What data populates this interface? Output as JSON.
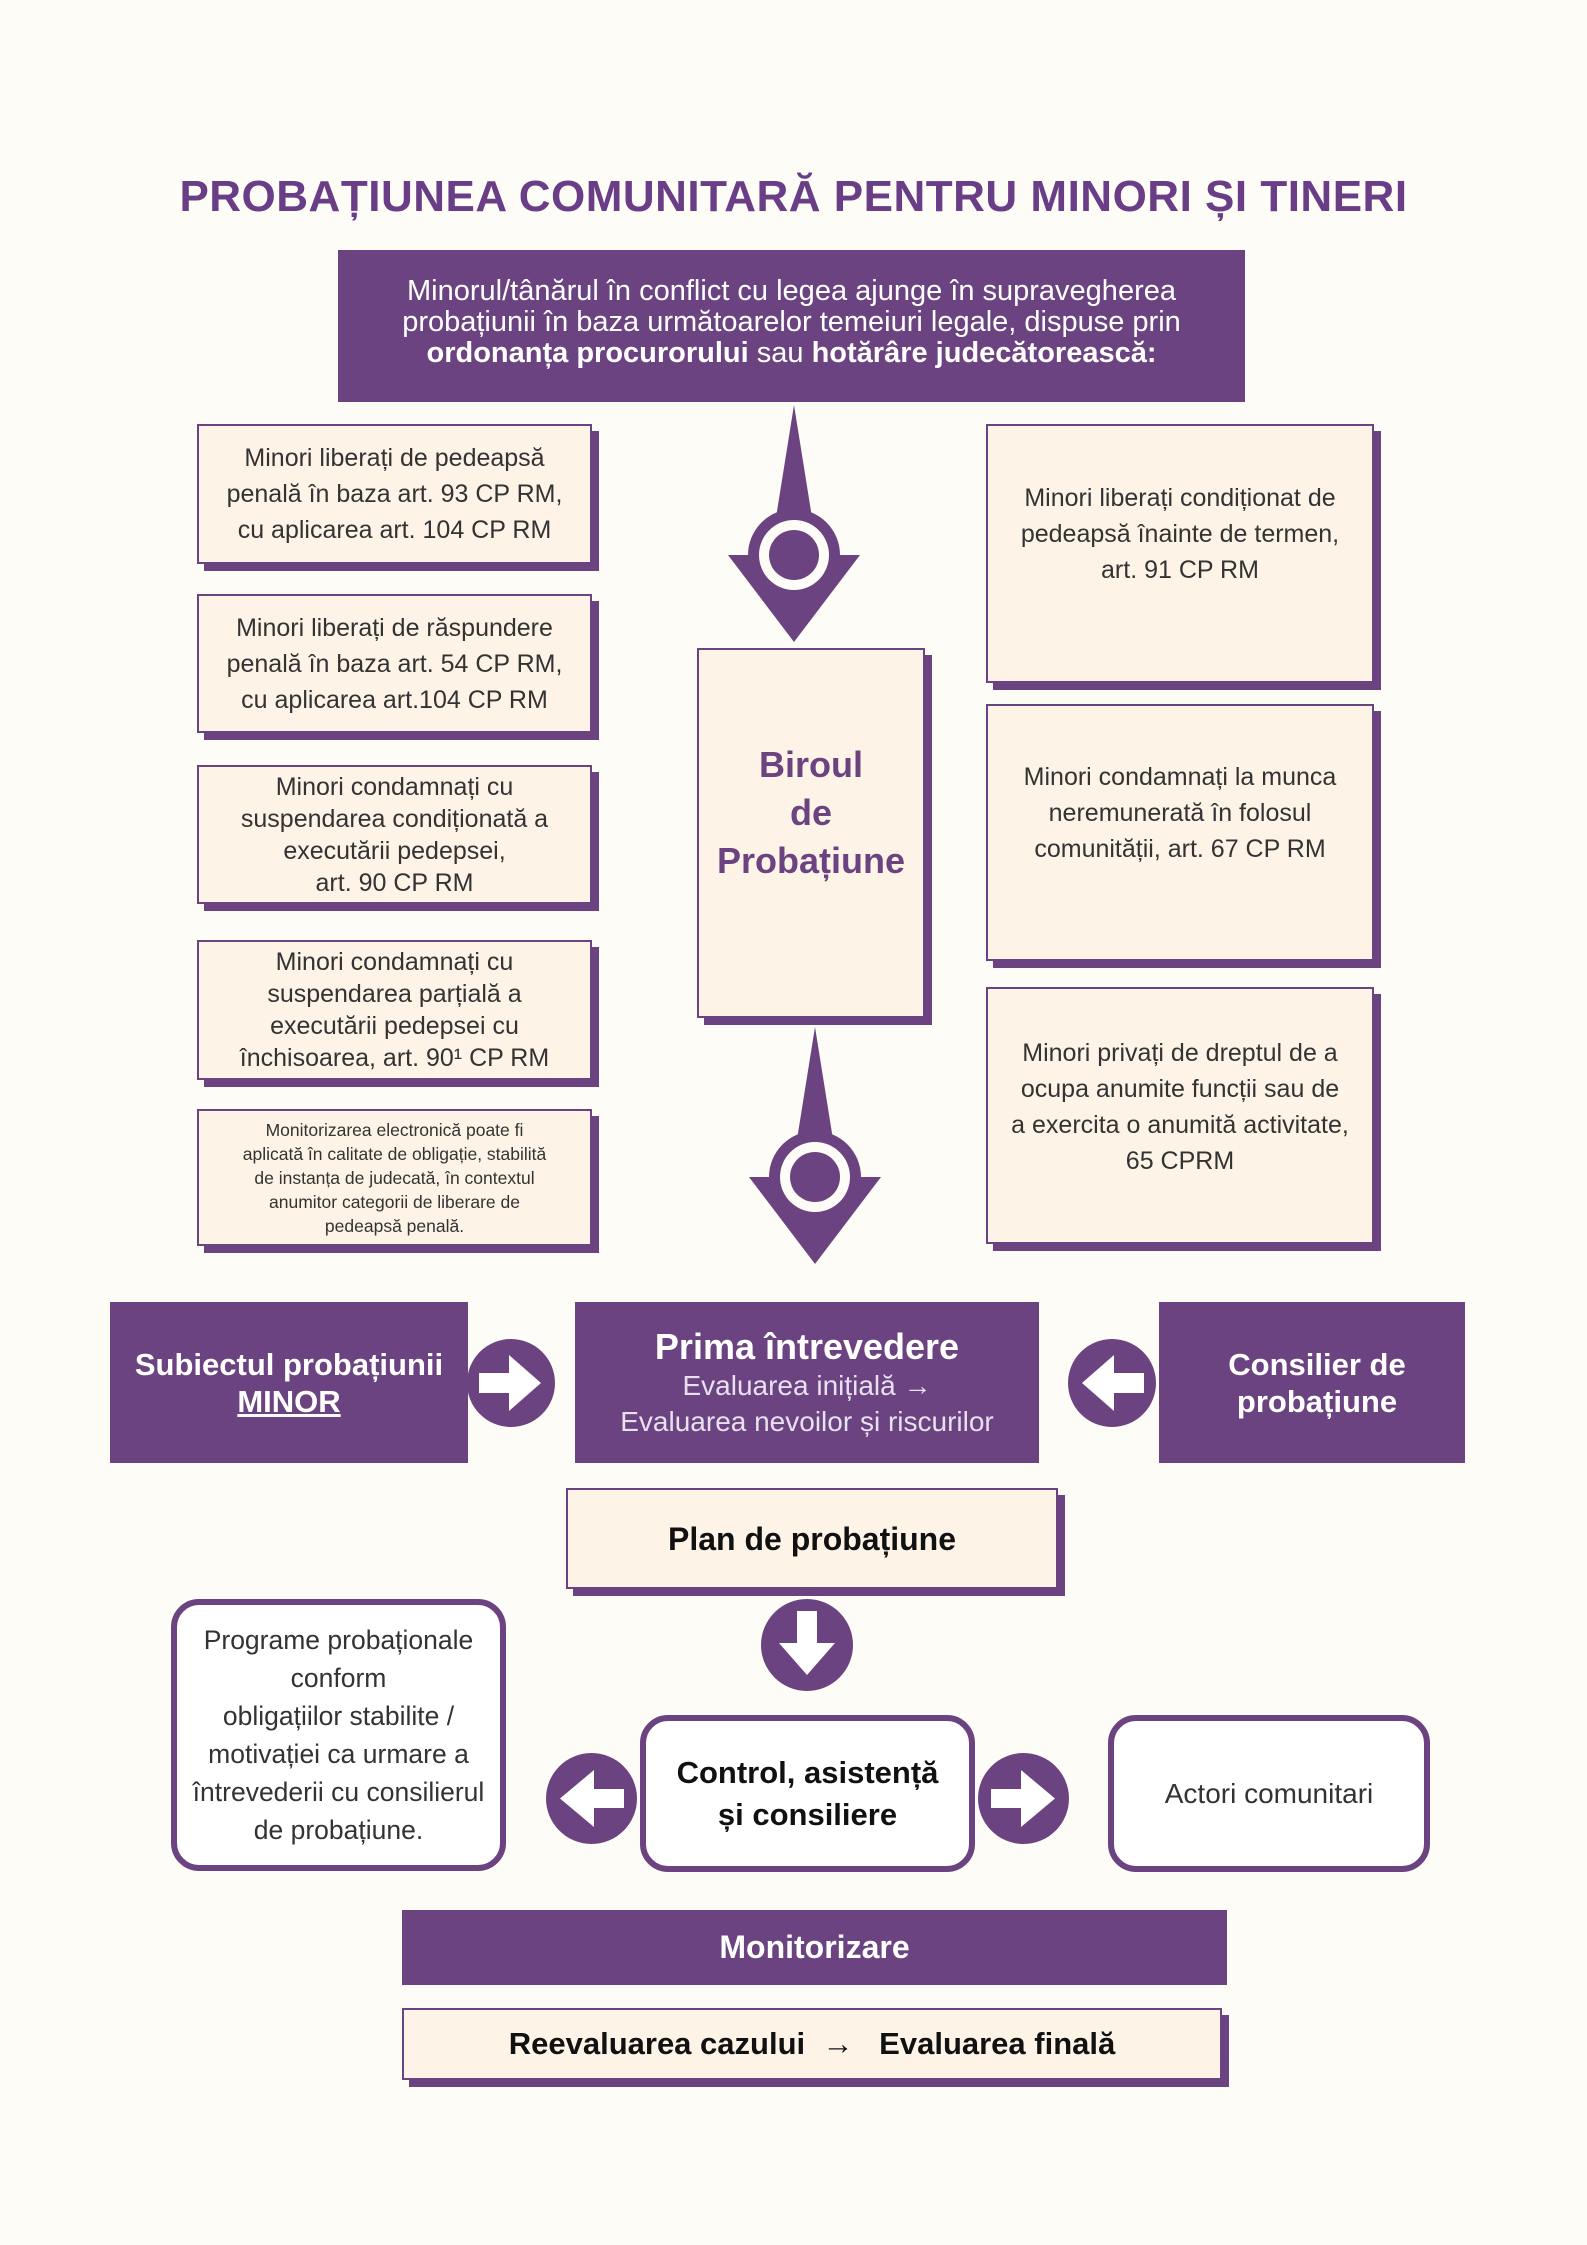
{
  "title": "PROBAȚIUNEA COMUNITARĂ PENTRU MINORI ȘI TINERI",
  "intro": {
    "line1": "Minorul/tânărul în conflict cu legea ajunge în supravegherea",
    "line2": "probațiunii în baza următoarelor temeiuri legale, dispuse prin",
    "bold1": "ordonanța procurorului",
    "mid": " sau ",
    "bold2": "hotărâre judecătorească:"
  },
  "left_cards": [
    {
      "lines": [
        "Minori liberați de pedeapsă",
        "penală în baza art. 93 CP RM,",
        "cu aplicarea art. 104 CP RM"
      ]
    },
    {
      "lines": [
        "Minori liberați de răspundere",
        "penală în baza art. 54 CP RM,",
        "cu aplicarea art.104 CP RM"
      ]
    },
    {
      "lines": [
        "Minori condamnați cu",
        "suspendarea condiționată a",
        "executării pedepsei,",
        "art. 90 CP RM"
      ]
    },
    {
      "lines": [
        "Minori condamnați cu",
        "suspendarea parțială a",
        "executării pedepsei cu",
        "închisoarea, art. 90¹ CP RM"
      ]
    },
    {
      "lines": [
        "Monitorizarea electronică poate fi",
        "aplicată în calitate de obligație, stabilită",
        "de instanța de judecată, în contextul",
        "anumitor categorii de liberare de",
        "pedeapsă penală."
      ]
    }
  ],
  "right_cards": [
    {
      "lines": [
        "Minori liberați condiționat de",
        "pedeapsă înainte de termen,",
        "art. 91 CP RM"
      ]
    },
    {
      "lines": [
        "Minori condamnați la munca",
        "neremunerată în folosul",
        "comunității, art. 67 CP RM"
      ]
    },
    {
      "lines": [
        "Minori privați de dreptul de a",
        "ocupa anumite funcții sau de",
        "a exercita o anumită activitate,",
        "65 CPRM"
      ]
    }
  ],
  "center": {
    "lines": [
      "Biroul",
      "de",
      "Probațiune"
    ]
  },
  "subject": {
    "line1": "Subiectul probațiunii",
    "line2": "MINOR"
  },
  "first_meeting": {
    "title": "Prima întrevedere",
    "line1": "Evaluarea inițială   →",
    "line2": "Evaluarea nevoilor și riscurilor"
  },
  "counselor": {
    "line1": "Consilier de",
    "line2": "probațiune"
  },
  "plan": "Plan de probațiune",
  "programs": {
    "lines": [
      "Programe probaționale",
      "conform",
      "obligațiilor stabilite /",
      "motivației ca urmare a",
      "întrevederii cu consilierul",
      "de probațiune."
    ]
  },
  "control": {
    "line1": "Control, asistență",
    "line2": "și consiliere"
  },
  "actors": "Actori comunitari",
  "monitoring": "Monitorizare",
  "reevaluation": "Reevaluarea cazului  →   Evaluarea finală",
  "colors": {
    "purple": "#6b4380",
    "title_purple": "#6a3d87",
    "cream": "#fdf3e6",
    "background": "#fdfcf7"
  }
}
